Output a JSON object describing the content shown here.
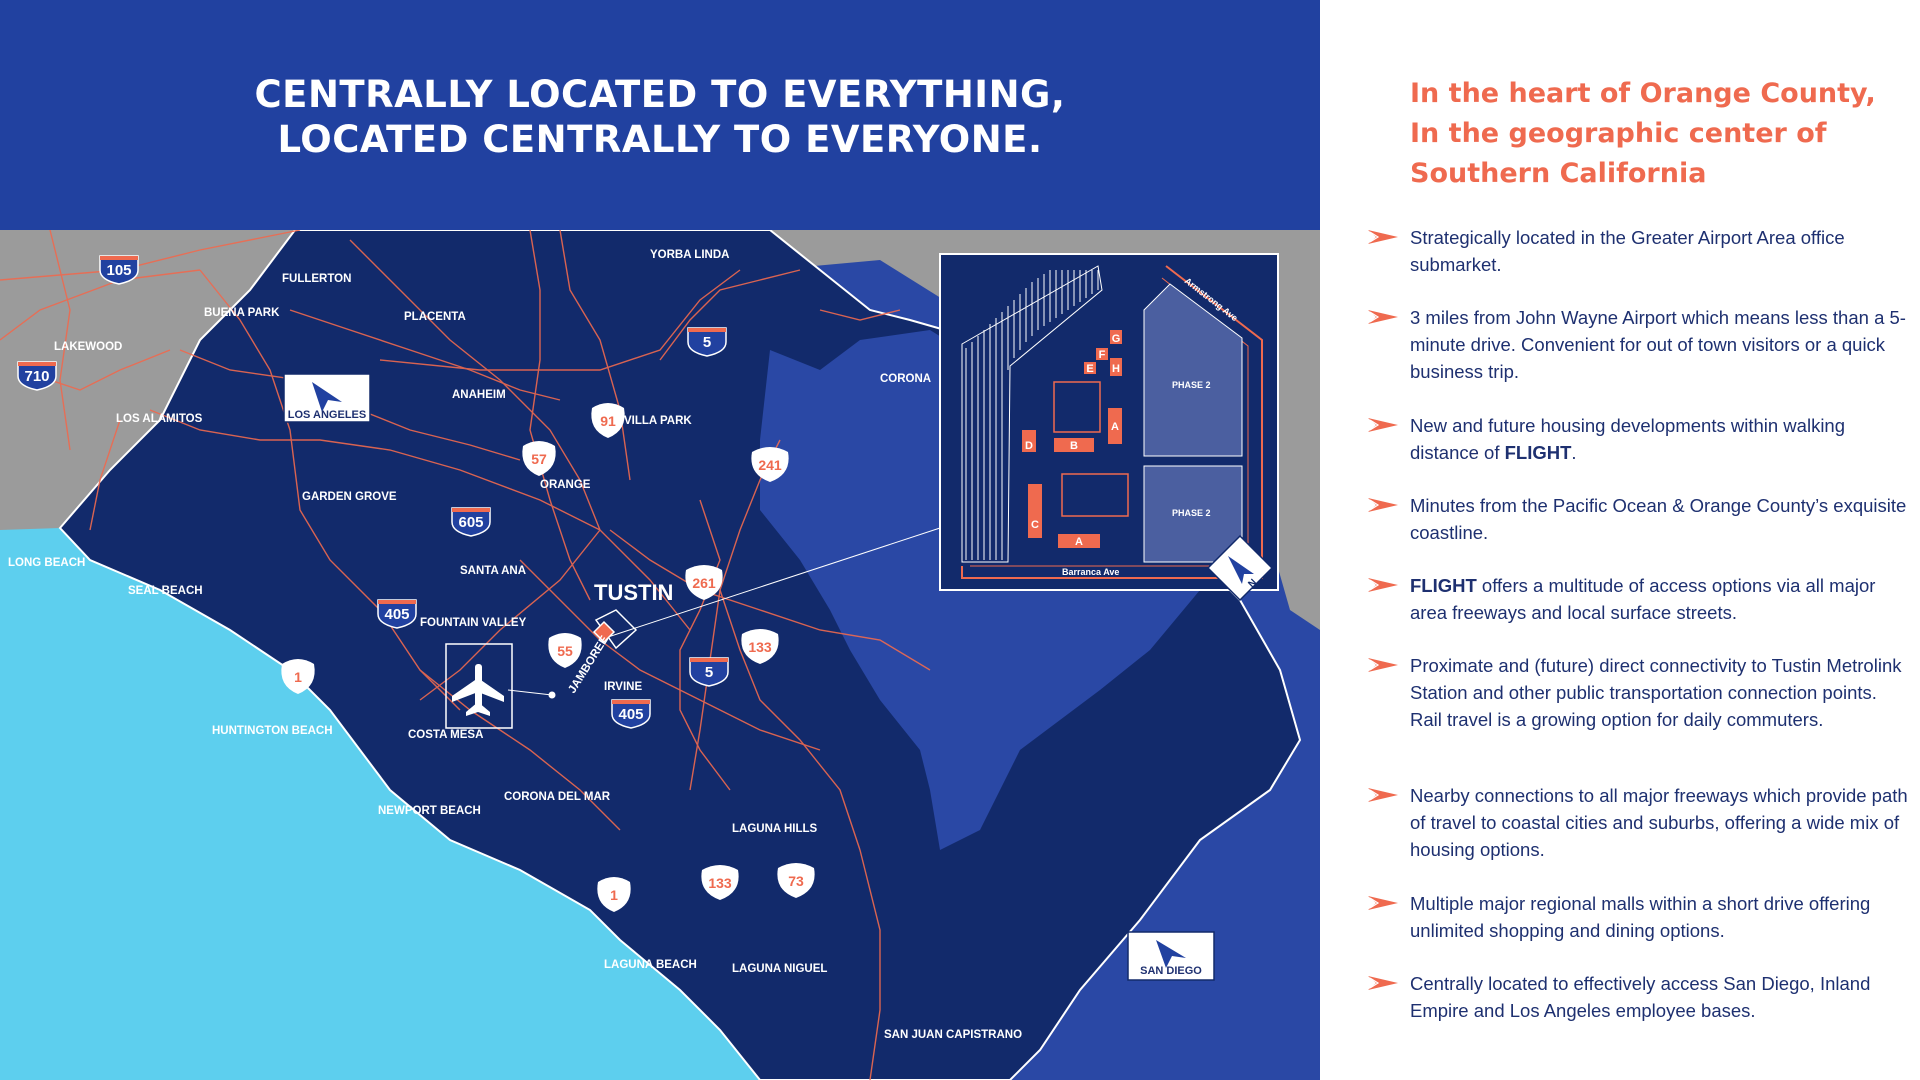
{
  "headline": {
    "line1": "CENTRALLY LOCATED TO EVERYTHING,",
    "line2": "LOCATED CENTRALLY TO EVERYONE."
  },
  "colors": {
    "header_blue": "#2141a0",
    "land_navy": "#122a6b",
    "ocean": "#5dcfee",
    "outside_gray": "#9b9b9b",
    "inland_blue": "#2a48a5",
    "road_coral": "#ef6a4f",
    "text_navy": "#1e3070"
  },
  "right_panel": {
    "title_line1": "In the heart of Orange County,",
    "title_line2": "In the geographic center of",
    "title_line3": "Southern California",
    "bullet_icon": "arrow-icon",
    "bullets": [
      {
        "before": "Strategically located in the Greater Airport Area office submarket.",
        "bold": "",
        "after": ""
      },
      {
        "before": "3 miles from John Wayne Airport which means less than a 5-minute drive. Convenient for out of town visitors or a quick business trip.",
        "bold": "",
        "after": ""
      },
      {
        "before": "New and future housing developments within walking distance of ",
        "bold": "FLIGHT",
        "after": "."
      },
      {
        "before": "Minutes from the Pacific Ocean & Orange County’s exquisite coastline.",
        "bold": "",
        "after": ""
      },
      {
        "before": "",
        "bold": "FLIGHT",
        "after": " offers a multitude of access options via all major area freeways and local surface streets."
      },
      {
        "before": "Proximate and (future) direct connectivity to Tustin Metrolink Station and other public transportation connection points. Rail travel is a growing option for daily commuters.",
        "bold": "",
        "after": ""
      },
      {
        "before": "Nearby connections to all major freeways which provide path of travel to coastal cities and suburbs, offering a wide mix of housing options.",
        "bold": "",
        "after": ""
      },
      {
        "before": "Multiple major regional malls within a short drive offering unlimited shopping and dining options.",
        "bold": "",
        "after": ""
      },
      {
        "before": "Centrally located to effectively access San Diego, Inland Empire and Los Angeles employee bases.",
        "bold": "",
        "after": ""
      }
    ]
  },
  "map": {
    "cities": {
      "yorba_linda": "YORBA LINDA",
      "fullerton": "FULLERTON",
      "buena_park": "BUENA PARK",
      "placenta": "PLACENTA",
      "lakewood": "LAKEWOOD",
      "anaheim": "ANAHEIM",
      "corona": "CORONA",
      "los_alamitos": "LOS ALAMITOS",
      "villa_park": "VILLA PARK",
      "orange": "ORANGE",
      "garden_grove": "GARDEN GROVE",
      "long_beach": "LONG BEACH",
      "santa_ana": "SANTA ANA",
      "seal_beach": "SEAL BEACH",
      "tustin": "TUSTIN",
      "fountain_valley": "FOUNTAIN VALLEY",
      "irvine": "IRVINE",
      "jamboree": "JAMBOREE",
      "huntington_beach": "HUNTINGTON BEACH",
      "costa_mesa": "COSTA MESA",
      "corona_del_mar": "CORONA DEL MAR",
      "newport_beach": "NEWPORT BEACH",
      "laguna_hills": "LAGUNA HILLS",
      "laguna_beach": "LAGUNA BEACH",
      "laguna_niguel": "LAGUNA NIGUEL",
      "san_juan_capistrano": "SAN JUAN CAPISTRANO"
    },
    "shields": {
      "i105": "105",
      "i710": "710",
      "i5_north": "5",
      "i605": "605",
      "i405_west": "405",
      "i5_south": "5",
      "i405_irvine": "405"
    },
    "state_routes": {
      "sr91": "91",
      "sr57": "57",
      "sr241": "241",
      "sr261": "261",
      "sr55": "55",
      "sr133_north": "133",
      "sr1_huntington": "1",
      "sr1_laguna": "1",
      "sr133_south": "133",
      "sr73": "73"
    },
    "logos": {
      "los_angeles": "LOS ANGELES",
      "san_diego": "SAN DIEGO"
    },
    "inset": {
      "street_top": "Armstrong Ave",
      "street_bottom": "Barranca Ave",
      "phase_a": "PHASE 2",
      "phase_b": "PHASE 2",
      "north": "N",
      "buildings": [
        "A",
        "B",
        "C",
        "D",
        "E",
        "F",
        "G",
        "H",
        "A"
      ]
    }
  }
}
